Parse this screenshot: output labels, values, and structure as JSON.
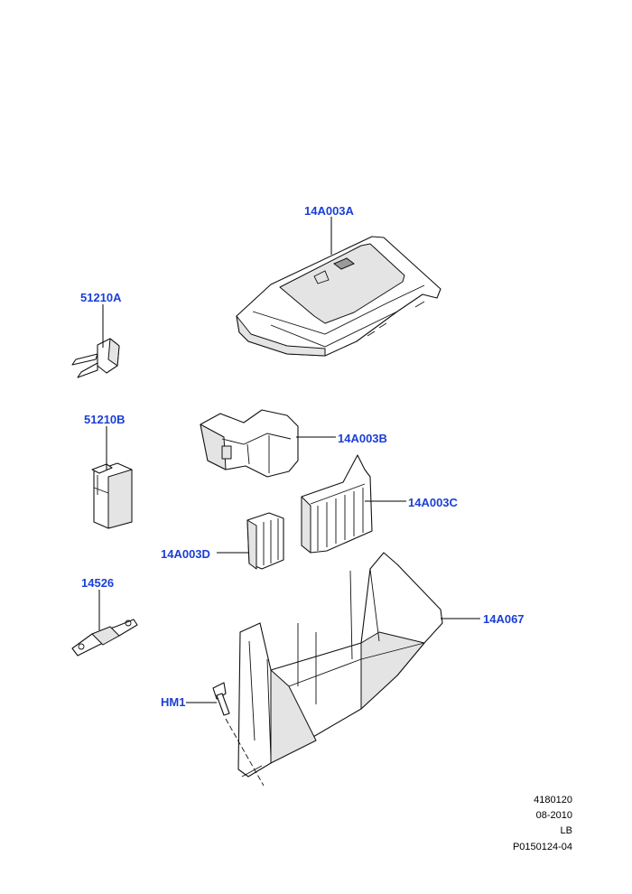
{
  "accent_color": "#1a3fd6",
  "callouts": [
    {
      "id": "top-cover",
      "label": "14A003A"
    },
    {
      "id": "mini-fuse",
      "label": "51210A"
    },
    {
      "id": "cartridge-fuse",
      "label": "51210B"
    },
    {
      "id": "bracket-b",
      "label": "14A003B"
    },
    {
      "id": "relay-block-c",
      "label": "14A003C"
    },
    {
      "id": "holder-d",
      "label": "14A003D"
    },
    {
      "id": "mega-fuse",
      "label": "14526"
    },
    {
      "id": "fuse-box-base",
      "label": "14A067"
    },
    {
      "id": "bolt",
      "label": "HM1"
    }
  ],
  "footer": {
    "code": "4180120",
    "date": "08-2010",
    "region": "LB",
    "ref": "P0150124-04"
  }
}
